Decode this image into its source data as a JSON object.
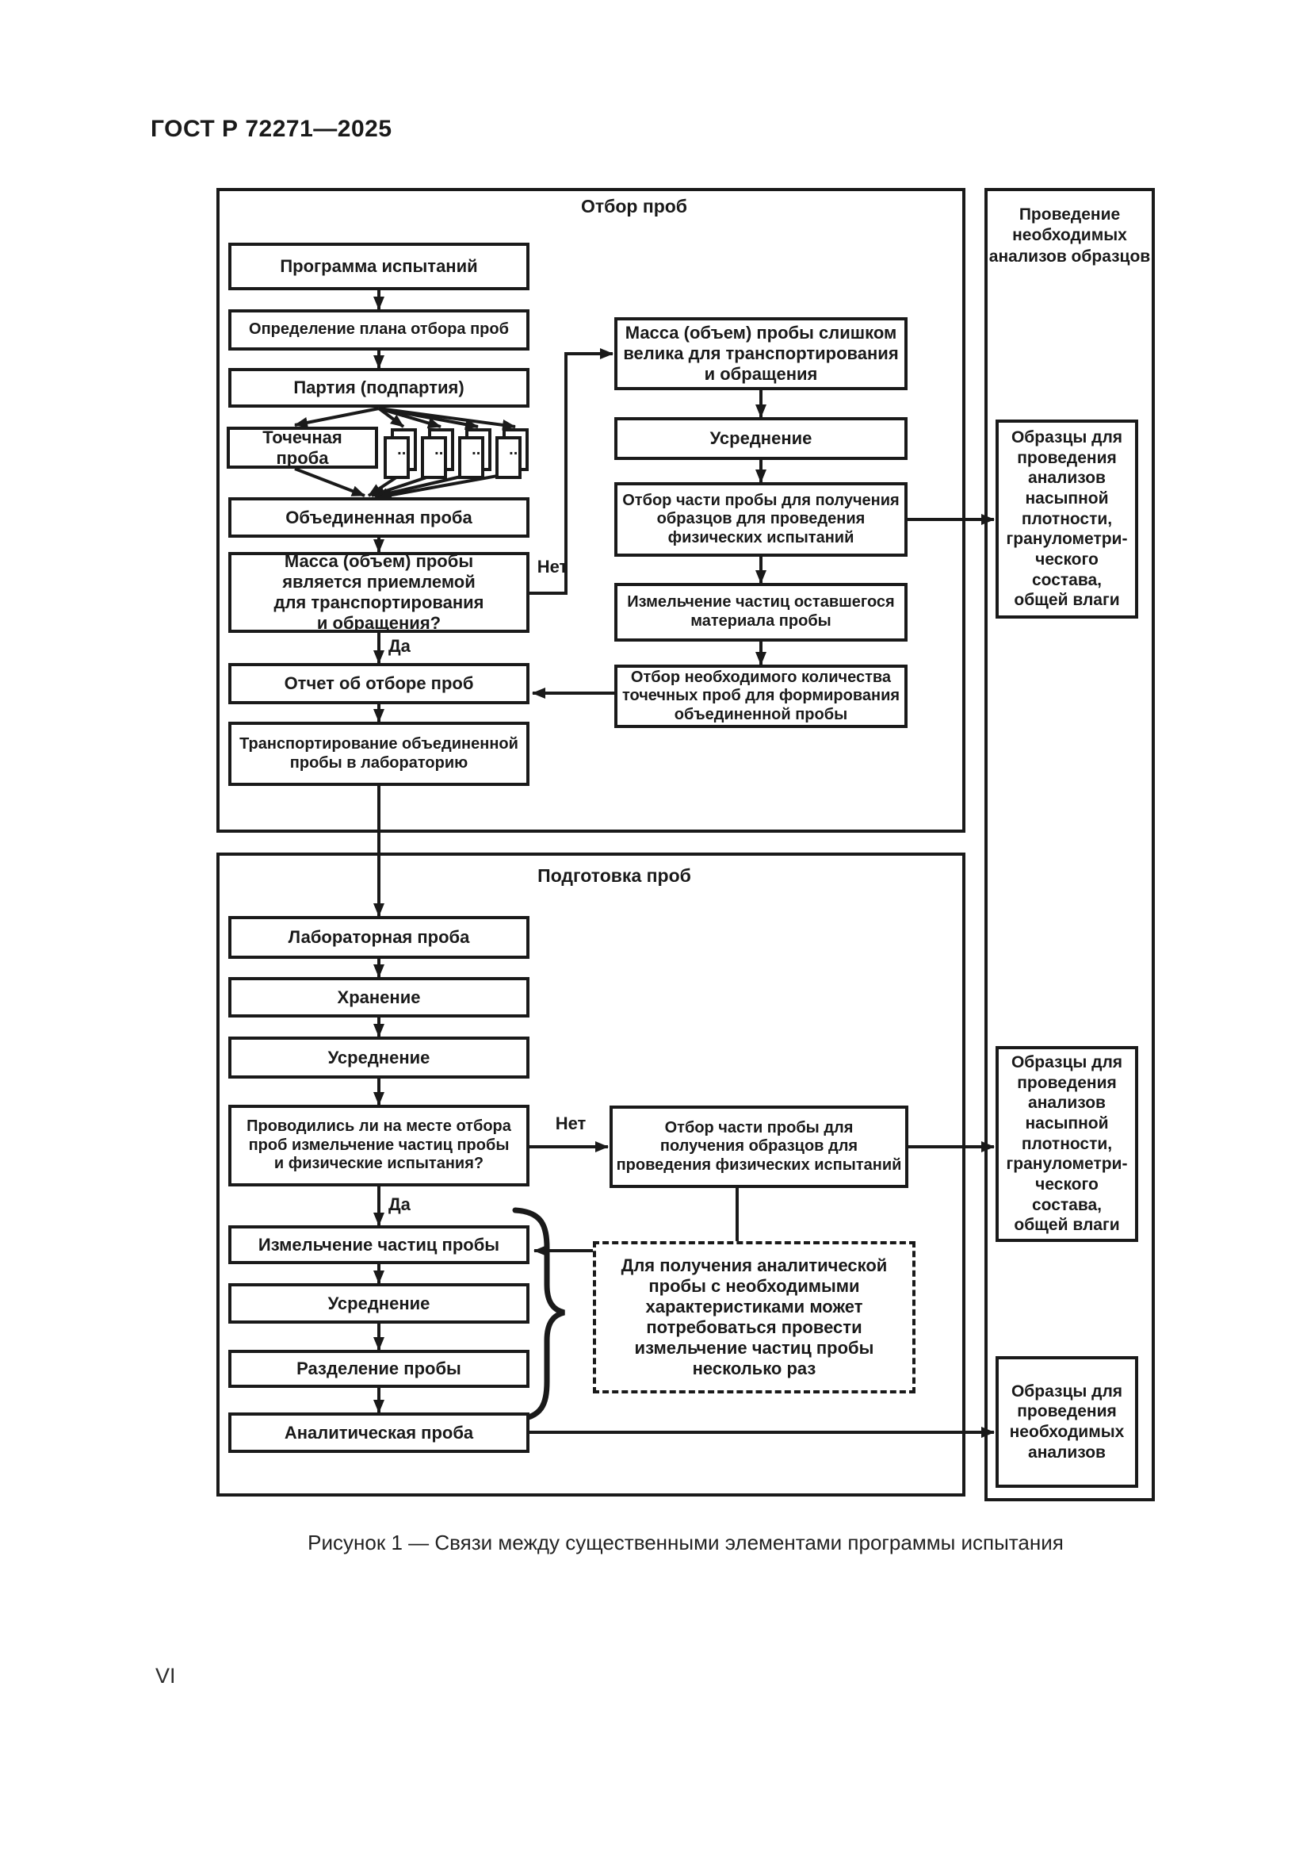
{
  "page": {
    "header": "ГОСТ Р 72271—2025",
    "page_number": "VI",
    "caption": "Рисунок 1 — Связи между существенными элементами программы испытания"
  },
  "labels": {
    "yes": "Да",
    "no": "Нет",
    "ellipsis": "..."
  },
  "sections": {
    "sampling": {
      "title": "Отбор проб"
    },
    "preparation": {
      "title": "Подготовка проб"
    },
    "analysis": {
      "title": "Проведение\nнеобходимых\nанализов образцов"
    }
  },
  "nodes": {
    "program": "Программа испытаний",
    "plan": "Определение плана отбора проб",
    "lot": "Партия (подпартия)",
    "increment": "Точечная\nпроба",
    "combined": "Объединенная проба",
    "mass_acceptable": "Масса (объем) пробы\nявляется приемлемой\nдля транспортирования\nи обращения?",
    "report": "Отчет об отборе проб",
    "transport": "Транспортирование объединенной\nпробы в лабораторию",
    "mass_too_big": "Масса (объем) пробы слишком\nвелика для транспортирования\nи обращения",
    "averaging_top": "Усреднение",
    "part_selection_top": "Отбор части пробы для получения\nобразцов для проведения\nфизических испытаний",
    "grinding_rest": "Измельчение частиц оставшегося\nматериала пробы",
    "increments_needed": "Отбор необходимого количества\nточечных проб для формирования\nобъединенной пробы",
    "lab_sample": "Лабораторная проба",
    "storage": "Хранение",
    "averaging_mid": "Усреднение",
    "onsite_question": "Проводились ли на месте отбора\nпроб измельчение частиц пробы\nи физические испытания?",
    "grinding": "Измельчение частиц пробы",
    "averaging_bottom": "Усреднение",
    "division": "Разделение пробы",
    "analytical": "Аналитическая проба",
    "part_selection_bottom": "Отбор части пробы для\nполучения образцов для\nпроведения физических испытаний",
    "note": "Для получения аналитической\nпробы с необходимыми\nхарактеристиками может\nпотребоваться провести\nизмельчение частиц пробы\nнесколько раз",
    "samples_physical_top": "Образцы для\nпроведения\nанализов\nнасыпной\nплотности,\nгранулометри-\nческого\nсостава,\nобщей влаги",
    "samples_physical_bottom": "Образцы для\nпроведения\nанализов\nнасыпной\nплотности,\nгранулометри-\nческого\nсостава,\nобщей влаги",
    "samples_required": "Образцы для\nпроведения\nнеобходимых\nанализов"
  }
}
